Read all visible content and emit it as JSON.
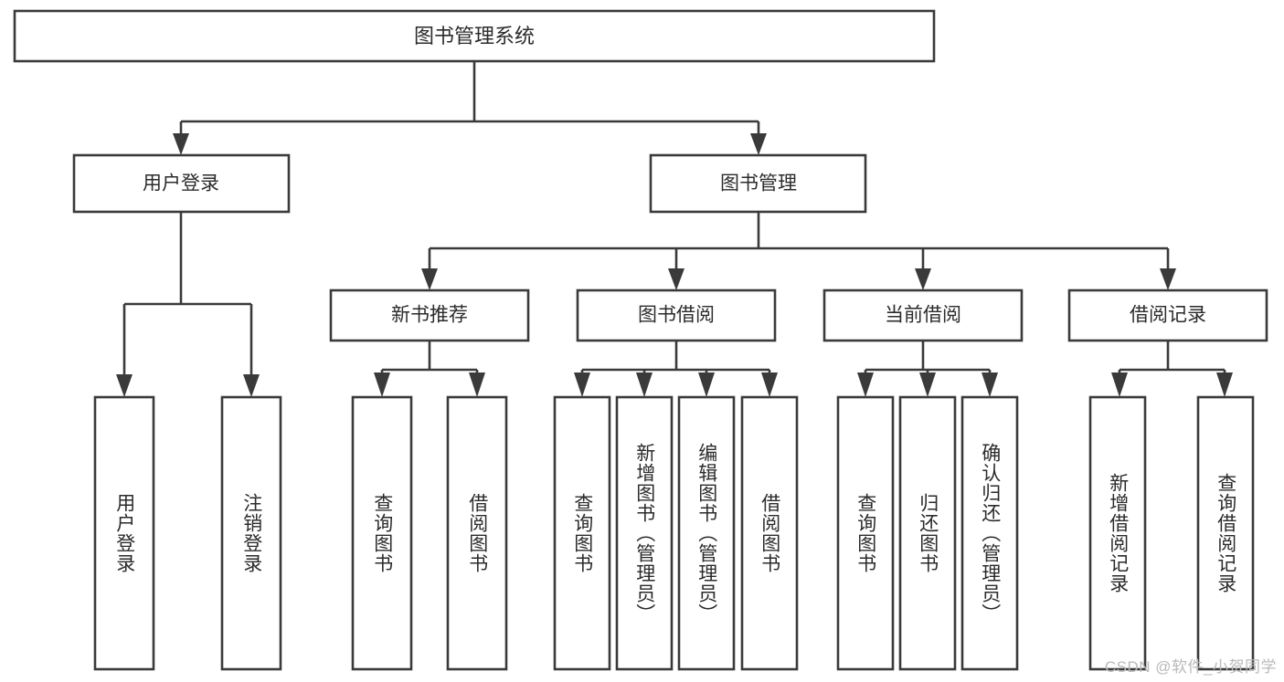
{
  "diagram": {
    "type": "tree-hierarchy",
    "title": "图书管理系统",
    "orientation": "top-down",
    "colors": {
      "box_fill": "#ffffff",
      "box_stroke": "#3a3a3a",
      "text": "#2b2b2b",
      "background": "#ffffff",
      "watermark": "#b9b9b9"
    },
    "root": {
      "id": "root",
      "label": "图书管理系统",
      "orientation": "horizontal"
    },
    "level1": [
      {
        "id": "user-login",
        "label": "用户登录",
        "orientation": "horizontal"
      },
      {
        "id": "book-manage",
        "label": "图书管理",
        "orientation": "horizontal"
      }
    ],
    "level2": [
      {
        "id": "new-book-recommend",
        "label": "新书推荐",
        "parent": "book-manage",
        "orientation": "horizontal"
      },
      {
        "id": "book-borrow",
        "label": "图书借阅",
        "parent": "book-manage",
        "orientation": "horizontal"
      },
      {
        "id": "current-borrow",
        "label": "当前借阅",
        "parent": "book-manage",
        "orientation": "horizontal"
      },
      {
        "id": "borrow-record",
        "label": "借阅记录",
        "parent": "book-manage",
        "orientation": "horizontal"
      }
    ],
    "leaves": [
      {
        "id": "leaf-user-login",
        "label": "用户登录",
        "parent": "user-login",
        "orientation": "vertical"
      },
      {
        "id": "leaf-user-logout",
        "label": "注销登录",
        "parent": "user-login",
        "orientation": "vertical"
      },
      {
        "id": "leaf-query-book-1",
        "label": "查询图书",
        "parent": "new-book-recommend",
        "orientation": "vertical"
      },
      {
        "id": "leaf-borrow-book-1",
        "label": "借阅图书",
        "parent": "new-book-recommend",
        "orientation": "vertical"
      },
      {
        "id": "leaf-query-book-2",
        "label": "查询图书",
        "parent": "book-borrow",
        "orientation": "vertical"
      },
      {
        "id": "leaf-add-book",
        "label": "新增图书（管理员）",
        "parent": "book-borrow",
        "orientation": "vertical"
      },
      {
        "id": "leaf-edit-book",
        "label": "编辑图书（管理员）",
        "parent": "book-borrow",
        "orientation": "vertical"
      },
      {
        "id": "leaf-borrow-book-2",
        "label": "借阅图书",
        "parent": "book-borrow",
        "orientation": "vertical"
      },
      {
        "id": "leaf-query-book-3",
        "label": "查询图书",
        "parent": "current-borrow",
        "orientation": "vertical"
      },
      {
        "id": "leaf-return-book",
        "label": "归还图书",
        "parent": "current-borrow",
        "orientation": "vertical"
      },
      {
        "id": "leaf-confirm-return",
        "label": "确认归还（管理员）",
        "parent": "current-borrow",
        "orientation": "vertical"
      },
      {
        "id": "leaf-add-record",
        "label": "新增借阅记录",
        "parent": "borrow-record",
        "orientation": "vertical"
      },
      {
        "id": "leaf-query-record",
        "label": "查询借阅记录",
        "parent": "borrow-record",
        "orientation": "vertical"
      }
    ],
    "watermark": "CSDN @软件_小贺同学"
  }
}
